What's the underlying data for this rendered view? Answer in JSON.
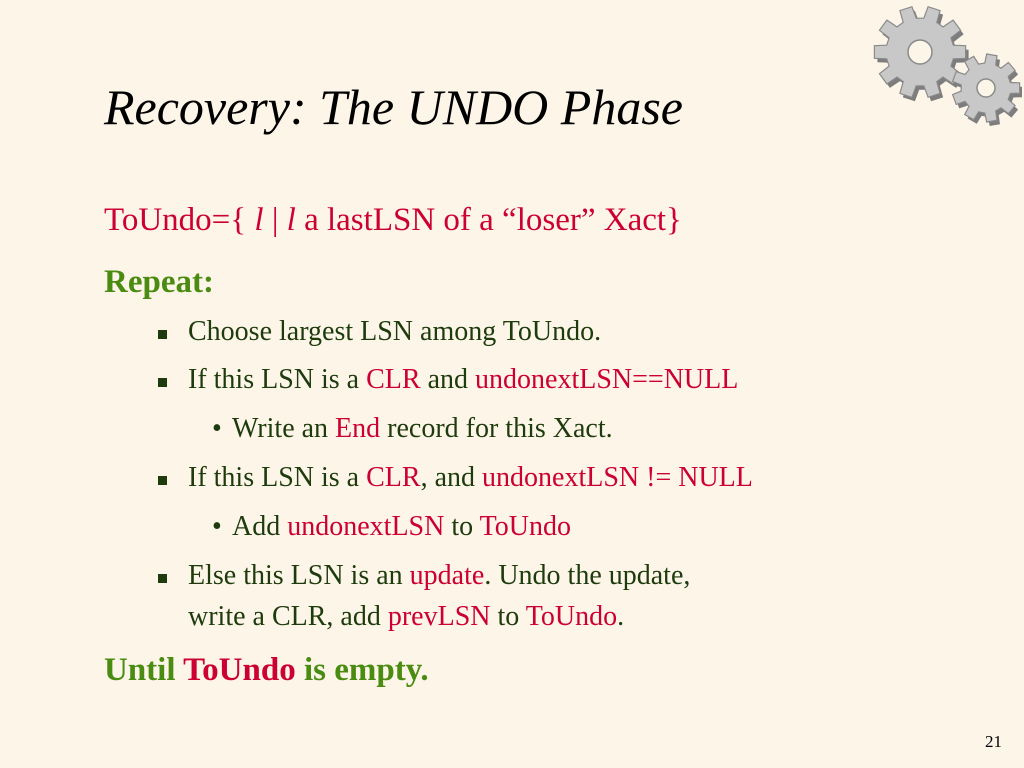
{
  "title": "Recovery: The UNDO Phase",
  "toundo": {
    "prefix": "ToUndo={",
    "l1": "l",
    "bar": " | ",
    "l2": "l",
    "suffix": " a lastLSN of a “loser” Xact}"
  },
  "repeat": "Repeat:",
  "bullet1": "Choose largest LSN among ToUndo.",
  "bullet2": {
    "t1": "If this LSN is a ",
    "t2": "CLR",
    "t3": " and ",
    "t4": "undonextLSN==NULL"
  },
  "sub1": {
    "t1": "Write an ",
    "t2": "End",
    "t3": " record for this Xact."
  },
  "bullet3": {
    "t1": "If this LSN is a ",
    "t2": "CLR",
    "t3": ", and ",
    "t4": "undonextLSN != NULL"
  },
  "sub2": {
    "t1": "Add ",
    "t2": "undonextLSN",
    "t3": " to ",
    "t4": "ToUndo"
  },
  "bullet4": {
    "t1": "Else this LSN is an ",
    "t2": "update",
    "t3": ".  Undo the update,",
    "t4": "write a CLR, add ",
    "t5": "prevLSN",
    "t6": " to ",
    "t7": "ToUndo",
    "t8": "."
  },
  "until": {
    "t1": "Until ",
    "t2": "ToUndo",
    "t3": " is empty."
  },
  "bullet_square_glyph": "▪",
  "bullet_dot_glyph": "•",
  "page_number": "21",
  "colors": {
    "background": "#fdf5e8",
    "red": "#cc0033",
    "green": "#4a8c12",
    "body": "#1d3b0c",
    "gear": "#c8c8c8"
  },
  "icons": [
    "gears-icon"
  ]
}
